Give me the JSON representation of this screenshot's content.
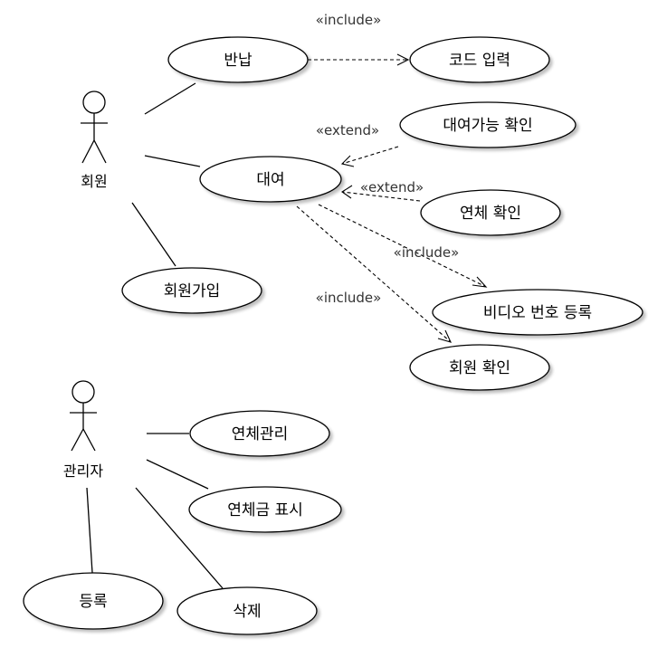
{
  "actors": {
    "member": "회원",
    "admin": "관리자"
  },
  "use_cases": {
    "return": "반납",
    "code_input": "코드 입력",
    "rental": "대여",
    "rental_check": "대여가능 확인",
    "overdue_check": "연체 확인",
    "member_join": "회원가입",
    "video_register": "비디오 번호 등록",
    "member_check": "회원 확인",
    "overdue_manage": "연체관리",
    "overdue_fee": "연체금 표시",
    "register": "등록",
    "delete": "삭제"
  },
  "stereotypes": {
    "include_code": "«include»",
    "extend_rental_check": "«extend»",
    "extend_overdue": "«extend»",
    "include_video": "«include»",
    "include_member": "«include»"
  }
}
